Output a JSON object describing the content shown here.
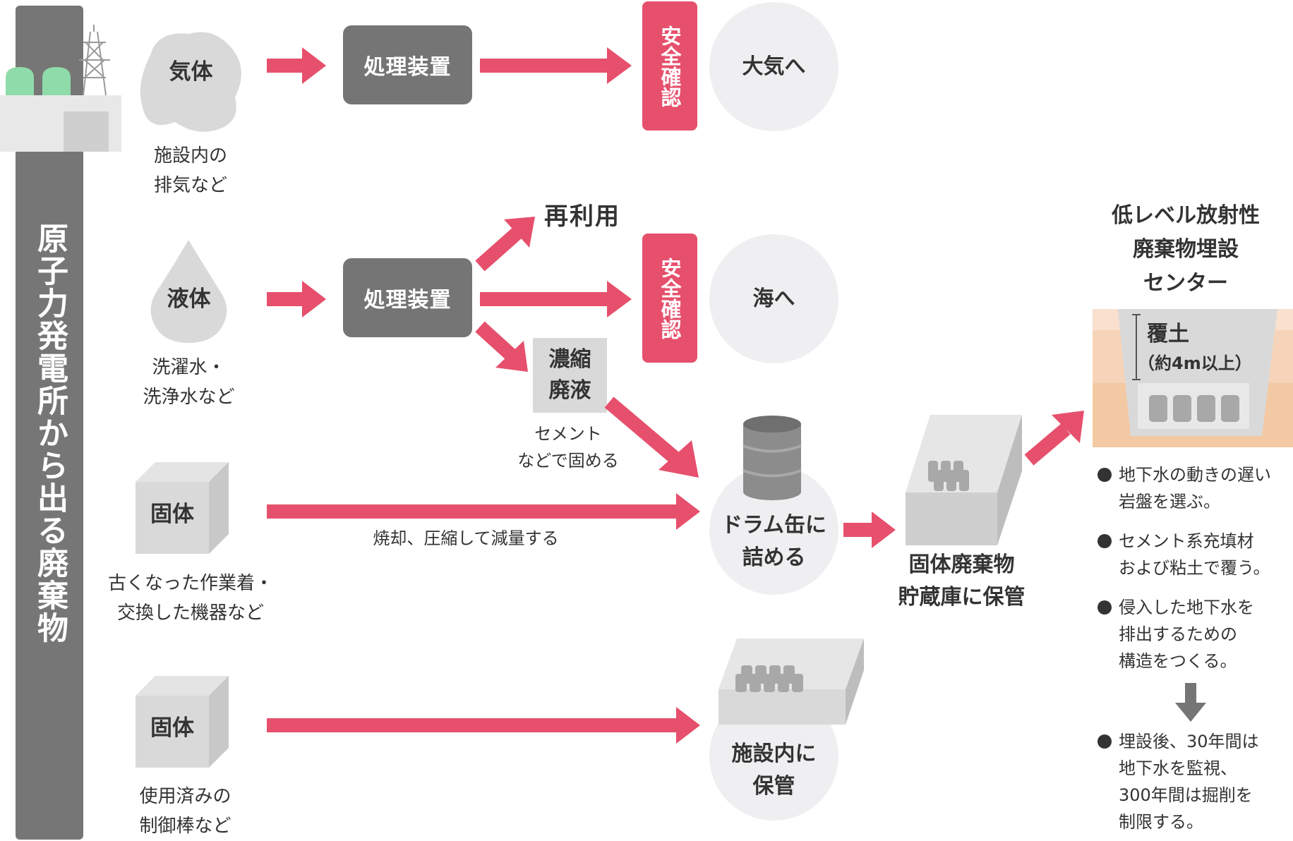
{
  "vertical_title": "原子力発電所から出る廃棄物",
  "gas": {
    "label": "気体",
    "caption": "施設内の\n排気など",
    "process": "処理装置",
    "check": "安全確認",
    "dest": "大気へ"
  },
  "liquid": {
    "label": "液体",
    "caption": "洗濯水・\n洗浄水など",
    "process": "処理装置",
    "reuse": "再利用",
    "check": "安全確認",
    "dest": "海へ",
    "concentrate": "濃縮\n廃液",
    "cement_note": "セメント\nなどで固める"
  },
  "solid1": {
    "label": "固体",
    "caption": "古くなった作業着・\n交換した機器など",
    "note": "焼却、圧縮して減量する",
    "drum": "ドラム缶に\n詰める",
    "storage": "固体廃棄物\n貯蔵庫に保管"
  },
  "solid2": {
    "label": "固体",
    "caption": "使用済みの\n制御棒など",
    "dest": "施設内に\n保管"
  },
  "center": {
    "title": "低レベル放射性\n廃棄物埋設\nセンター",
    "cover": "覆土",
    "cover_note": "（約4m以上）",
    "bullets": [
      "地下水の動きの遅い\n岩盤を選ぶ。",
      "セメント系充填材\nおよび粘土で覆う。",
      "侵入した地下水を\n排出するための\n構造をつくる。",
      "埋設後、30年間は\n地下水を監視、\n300年間は掘削を\n制限する。"
    ]
  },
  "colors": {
    "accent": "#e6506c",
    "dark_gray": "#757575",
    "light_gray": "#d9d9d9",
    "circle_bg": "#efeff1",
    "green": "#8fdcaa",
    "soil": "#f3c9a4"
  }
}
